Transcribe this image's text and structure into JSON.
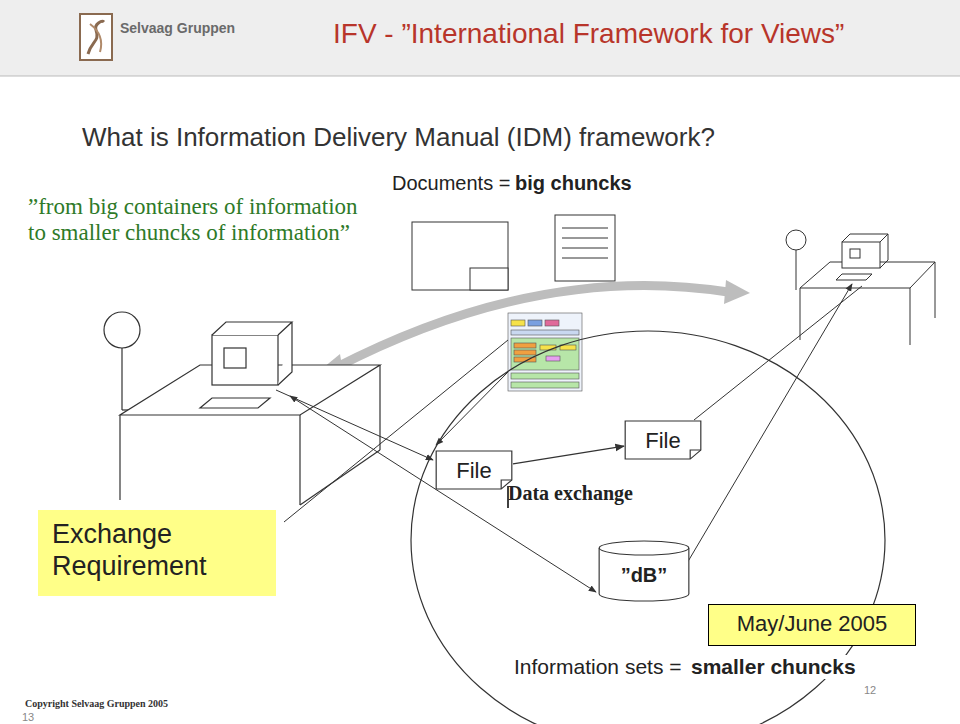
{
  "diagram": {
    "title": "IFV - ”International Framework for Views”",
    "nodes": [
      {
        "text": [
          "Data exchange"
        ]
      },
      {
        "text": [
          "File"
        ],
        "in": 0
      },
      {
        "text": [
          "File"
        ],
        "in": 0
      },
      {
        "text": [
          "”dB”"
        ],
        "in": 0
      },
      {
        "text": [
          "Exchange Requirement"
        ]
      },
      {
        "text": [
          "May/June 2005"
        ]
      }
    ],
    "edges": [
      {
        "from": 1,
        "to": 2,
        "arrow": "to"
      }
    ],
    "labels": [
      "Selvaag Gruppen",
      "What is Information Delivery Manual (IDM) framework?",
      "Documents =",
      "big chuncks",
      "”from big containers of information to smaller chuncks of information”",
      "Information sets =",
      "smaller chuncks",
      "12",
      "Copyright Selvaag Gruppen 2005",
      "13"
    ]
  }
}
